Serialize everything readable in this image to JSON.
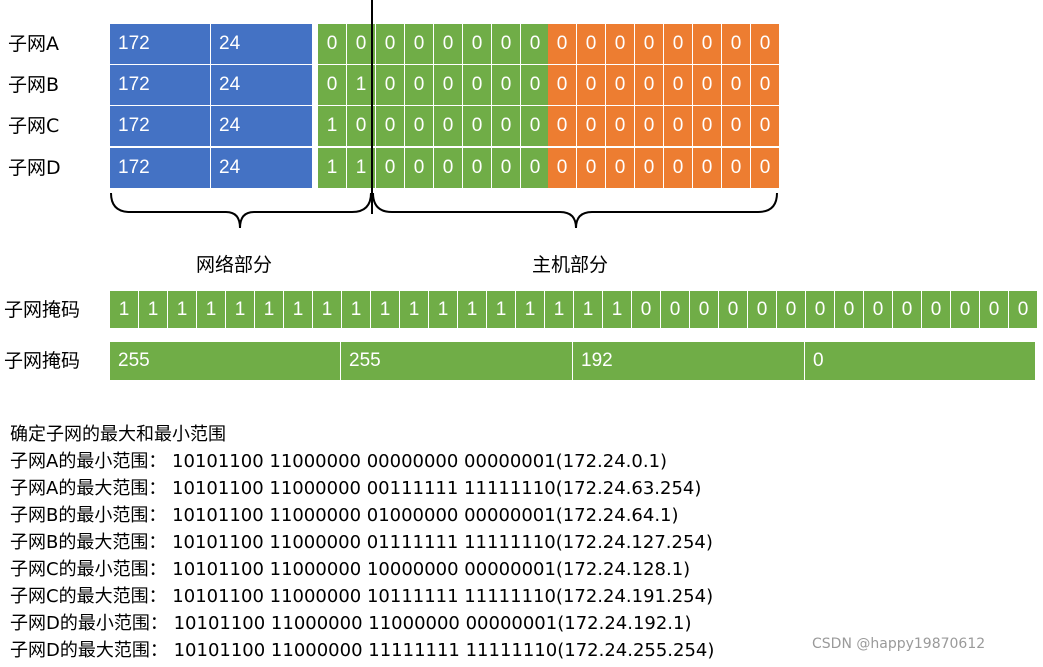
{
  "subnet_rows": [
    {
      "label": "子网A",
      "oct1": "172",
      "oct2": "24",
      "net_bits": [
        "0",
        "0",
        "0",
        "0",
        "0",
        "0",
        "0",
        "0"
      ],
      "host_bits": [
        "0",
        "0",
        "0",
        "0",
        "0",
        "0",
        "0",
        "0"
      ]
    },
    {
      "label": "子网B",
      "oct1": "172",
      "oct2": "24",
      "net_bits": [
        "0",
        "1",
        "0",
        "0",
        "0",
        "0",
        "0",
        "0"
      ],
      "host_bits": [
        "0",
        "0",
        "0",
        "0",
        "0",
        "0",
        "0",
        "0"
      ]
    },
    {
      "label": "子网C",
      "oct1": "172",
      "oct2": "24",
      "net_bits": [
        "1",
        "0",
        "0",
        "0",
        "0",
        "0",
        "0",
        "0"
      ],
      "host_bits": [
        "0",
        "0",
        "0",
        "0",
        "0",
        "0",
        "0",
        "0"
      ]
    },
    {
      "label": "子网D",
      "oct1": "172",
      "oct2": "24",
      "net_bits": [
        "1",
        "1",
        "0",
        "0",
        "0",
        "0",
        "0",
        "0"
      ],
      "host_bits": [
        "0",
        "0",
        "0",
        "0",
        "0",
        "0",
        "0",
        "0"
      ]
    }
  ],
  "braces": {
    "network": "网络部分",
    "host": "主机部分"
  },
  "mask_bits_row": {
    "label": "子网掩码",
    "bits": [
      "1",
      "1",
      "1",
      "1",
      "1",
      "1",
      "1",
      "1",
      "1",
      "1",
      "1",
      "1",
      "1",
      "1",
      "1",
      "1",
      "1",
      "1",
      "0",
      "0",
      "0",
      "0",
      "0",
      "0",
      "0",
      "0",
      "0",
      "0",
      "0",
      "0",
      "0",
      "0"
    ]
  },
  "mask_dec_row": {
    "label": "子网掩码",
    "octets": [
      "255",
      "255",
      "192",
      "0"
    ]
  },
  "ranges": {
    "heading": "确定子网的最大和最小范围",
    "lines": [
      "子网A的最小范围： 10101100 11000000 00000000 00000001(172.24.0.1)",
      "子网A的最大范围： 10101100 11000000 00111111 11111110(172.24.63.254)",
      "子网B的最小范围： 10101100 11000000 01000000 00000001(172.24.64.1)",
      "子网B的最大范围： 10101100 11000000 01111111 11111110(172.24.127.254)",
      "子网C的最小范围： 10101100 11000000 10000000 00000001(172.24.128.1)",
      "子网C的最大范围： 10101100 11000000 10111111 11111110(172.24.191.254)",
      "子网D的最小范围： 10101100 11000000 11000000 00000001(172.24.192.1)",
      "子网D的最大范围： 10101100 11000000 11111111 11111110(172.24.255.254)"
    ]
  },
  "watermark": "CSDN @happy19870612",
  "colors": {
    "octet": "#4472c4",
    "subnet_bits": "#70ad47",
    "host_bits": "#ed7d31"
  }
}
